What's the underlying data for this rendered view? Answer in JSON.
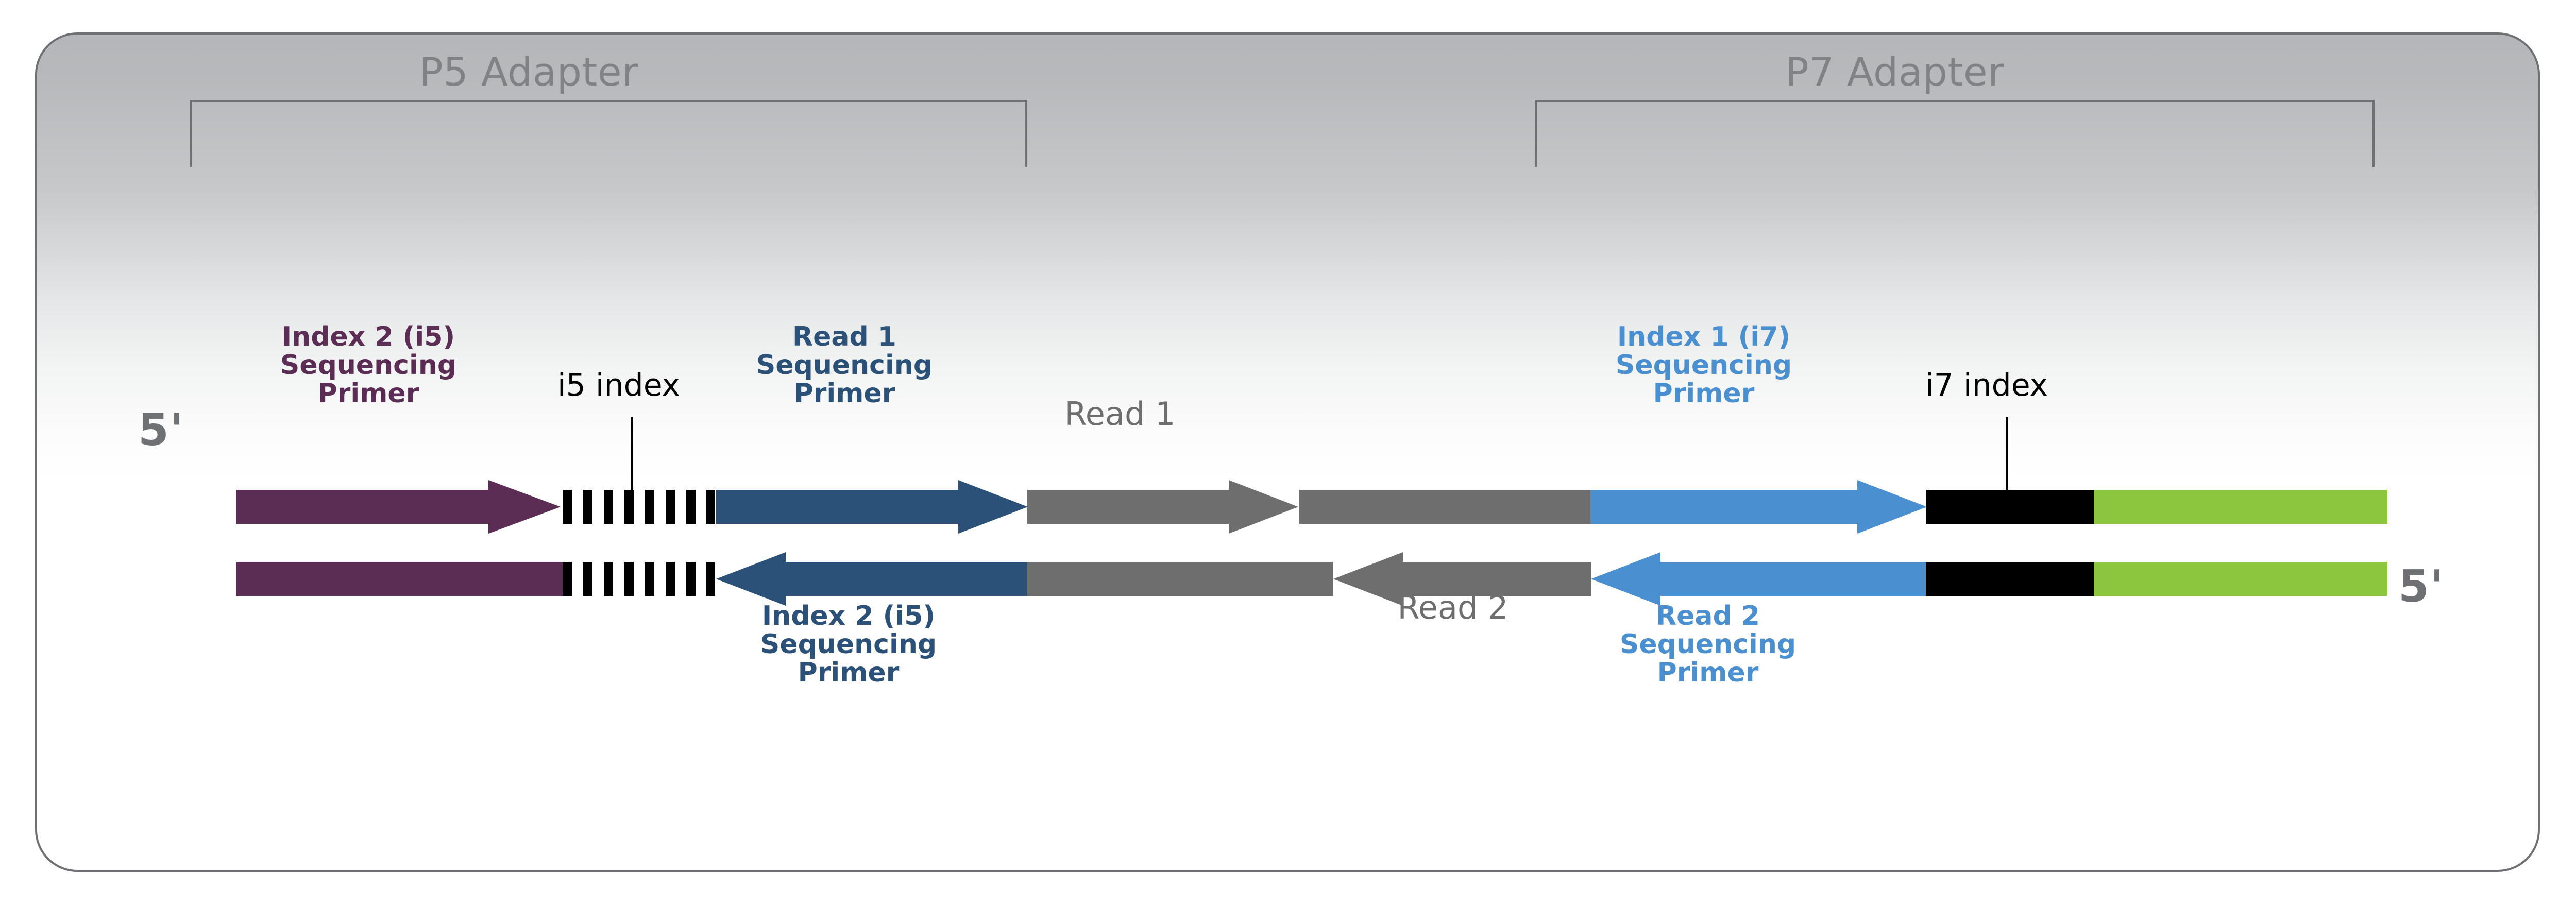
{
  "diagram": {
    "title": "Illumina dual-index paired-end library adapter structure",
    "adapters": [
      {
        "name": "p5",
        "label": "P5 Adapter"
      },
      {
        "name": "p7",
        "label": "P7 Adapter"
      }
    ],
    "end_labels": {
      "left": "5'",
      "right": "5'"
    },
    "index_labels": {
      "i5": "i5 index",
      "i7": "i7 index"
    },
    "callouts": {
      "index2_i5_primer_top": "Index 2 (i5)\nSequencing\nPrimer",
      "read1_primer": "Read 1\nSequencing\nPrimer",
      "read1": "Read 1",
      "index1_i7_primer": "Index 1 (i7)\nSequencing\nPrimer",
      "index2_i5_primer_bottom": "Index 2 (i5)\nSequencing\nPrimer",
      "read2": "Read 2",
      "read2_primer": "Read 2\nSequencing\nPrimer"
    },
    "colors": {
      "purple": "#5C2D54",
      "dark_blue": "#2C5179",
      "light_blue": "#4A90D0",
      "gray": "#6E6E6E",
      "green": "#8CC63F",
      "black": "#000000",
      "title_gray": "#808285",
      "border_gray": "#6E7074"
    },
    "strands": {
      "top": {
        "direction": "5-prime-left-to-right",
        "segments": [
          {
            "name": "index2-i5-sequencing-primer-arrow",
            "color": "#5C2D54",
            "shape": "arrow-right"
          },
          {
            "name": "i5-index-stripes",
            "color": "#000000",
            "shape": "stripes",
            "stripe_count": 8
          },
          {
            "name": "read1-sequencing-primer-arrow",
            "color": "#2C5179",
            "shape": "arrow-right"
          },
          {
            "name": "read1-arrow",
            "color": "#6E6E6E",
            "shape": "arrow-right"
          },
          {
            "name": "insert-gap-block",
            "color": "#6E6E6E",
            "shape": "bar"
          },
          {
            "name": "index1-i7-sequencing-primer-arrow",
            "color": "#4A90D0",
            "shape": "arrow-right"
          },
          {
            "name": "i7-index-block",
            "color": "#000000",
            "shape": "bar"
          },
          {
            "name": "p7-tail",
            "color": "#8CC63F",
            "shape": "bar"
          }
        ]
      },
      "bottom": {
        "direction": "5-prime-right-to-left",
        "segments": [
          {
            "name": "p5-tail",
            "color": "#5C2D54",
            "shape": "bar"
          },
          {
            "name": "i5-index-stripes",
            "color": "#000000",
            "shape": "stripes",
            "stripe_count": 8
          },
          {
            "name": "index2-i5-sequencing-primer-arrow",
            "color": "#2C5179",
            "shape": "arrow-left"
          },
          {
            "name": "insert-block",
            "color": "#6E6E6E",
            "shape": "bar"
          },
          {
            "name": "read2-arrow",
            "color": "#6E6E6E",
            "shape": "arrow-left"
          },
          {
            "name": "read2-sequencing-primer-arrow",
            "color": "#4A90D0",
            "shape": "arrow-left"
          },
          {
            "name": "i7-index-block",
            "color": "#000000",
            "shape": "bar"
          },
          {
            "name": "p7-tail",
            "color": "#8CC63F",
            "shape": "bar"
          }
        ]
      }
    }
  }
}
